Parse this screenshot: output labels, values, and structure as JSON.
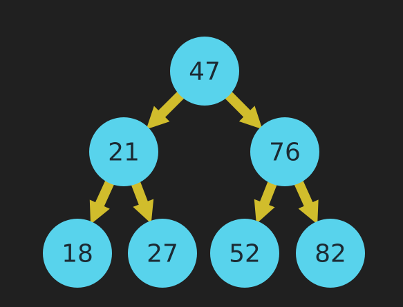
{
  "colors": {
    "background": "#202020",
    "node_fill": "#58d3ec",
    "edge": "#d1bd2c",
    "label": "#1c2a33"
  },
  "tree": {
    "nodes": [
      {
        "id": "n47",
        "label": "47"
      },
      {
        "id": "n21",
        "label": "21"
      },
      {
        "id": "n76",
        "label": "76"
      },
      {
        "id": "n18",
        "label": "18"
      },
      {
        "id": "n27",
        "label": "27"
      },
      {
        "id": "n52",
        "label": "52"
      },
      {
        "id": "n82",
        "label": "82"
      }
    ],
    "edges": [
      {
        "from": "n47",
        "to": "n21"
      },
      {
        "from": "n47",
        "to": "n76"
      },
      {
        "from": "n21",
        "to": "n18"
      },
      {
        "from": "n21",
        "to": "n27"
      },
      {
        "from": "n76",
        "to": "n52"
      },
      {
        "from": "n76",
        "to": "n82"
      }
    ]
  }
}
